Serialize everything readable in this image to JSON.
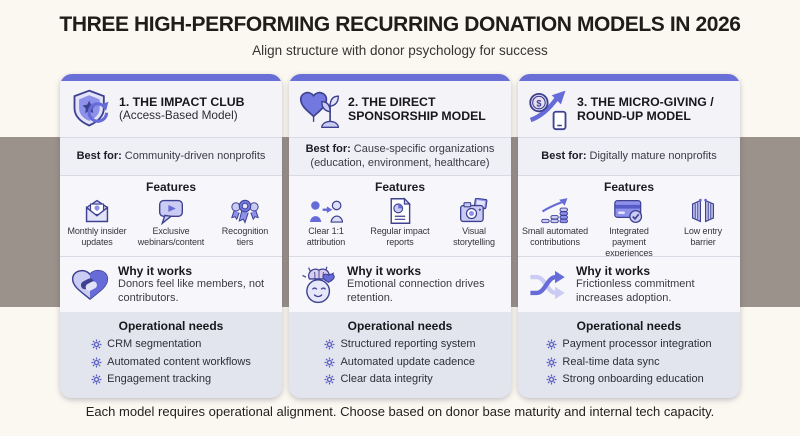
{
  "page": {
    "title": "THREE HIGH-PERFORMING RECURRING DONATION MODELS IN 2026",
    "subtitle": "Align structure with donor psychology for success",
    "footer": "Each model requires operational alignment. Choose based on donor base maturity and internal tech capacity."
  },
  "colors": {
    "accent_purple": "#6a6fd7",
    "icon_purple": "#666bd8",
    "icon_lavender": "#caccf4",
    "operational_bg": "#e2e4ee",
    "gray_band": "#9b928b",
    "background_cream": "#fbf8f1"
  },
  "icons": {
    "dollar_sign": "$"
  },
  "cards": [
    {
      "header_icon": "shield-star-refresh-icon",
      "title": "1. THE IMPACT CLUB",
      "subtitle": "(Access-Based Model)",
      "best_for_label": "Best for:",
      "best_for": "Community-driven nonprofits",
      "features_title": "Features",
      "features": [
        {
          "icon": "insider-envelope-icon",
          "line1": "Monthly insider",
          "line2": "updates"
        },
        {
          "icon": "webinar-play-bubble-icon",
          "line1": "Exclusive",
          "line2": "webinars/content"
        },
        {
          "icon": "recognition-medals-icon",
          "line1": "Recognition",
          "line2": "tiers"
        }
      ],
      "why_title": "Why it works",
      "why_text": "Donors feel like members, not contributors.",
      "why_icon": "handshake-heart-icon",
      "operational_title": "Operational needs",
      "operational_items": [
        "CRM segmentation",
        "Automated content workflows",
        "Engagement tracking"
      ]
    },
    {
      "header_icon": "heart-plant-icon",
      "title": "2. THE DIRECT SPONSORSHIP MODEL",
      "subtitle": "",
      "best_for_label": "Best for:",
      "best_for": "Cause-specific organizations (education, environment, healthcare)",
      "features_title": "Features",
      "features": [
        {
          "icon": "person-to-person-icon",
          "line1": "Clear 1:1",
          "line2": "attribution"
        },
        {
          "icon": "impact-report-icon",
          "line1": "Regular impact",
          "line2": "reports"
        },
        {
          "icon": "camera-storytelling-icon",
          "line1": "Visual",
          "line2": "storytelling"
        }
      ],
      "why_title": "Why it works",
      "why_text": "Emotional connection drives retention.",
      "why_icon": "head-brain-heart-icon",
      "operational_title": "Operational needs",
      "operational_items": [
        "Structured reporting system",
        "Automated update cadence",
        "Clear data integrity"
      ]
    },
    {
      "header_icon": "coin-growth-phone-icon",
      "title": "3. THE MICRO-GIVING / ROUND-UP MODEL",
      "subtitle": "",
      "best_for_label": "Best for:",
      "best_for": "Digitally mature nonprofits",
      "features_title": "Features",
      "features": [
        {
          "icon": "coins-growth-icon",
          "line1": "Small automated",
          "line2": "contributions"
        },
        {
          "icon": "payment-card-check-icon",
          "line1": "Integrated payment",
          "line2": "experiences"
        },
        {
          "icon": "entry-gate-icon",
          "line1": "Low entry",
          "line2": "barrier"
        }
      ],
      "why_title": "Why it works",
      "why_text": "Frictionless commitment increases adoption.",
      "why_icon": "crossing-arrows-icon",
      "operational_title": "Operational needs",
      "operational_items": [
        "Payment processor integration",
        "Real-time data sync",
        "Strong onboarding education"
      ]
    }
  ]
}
